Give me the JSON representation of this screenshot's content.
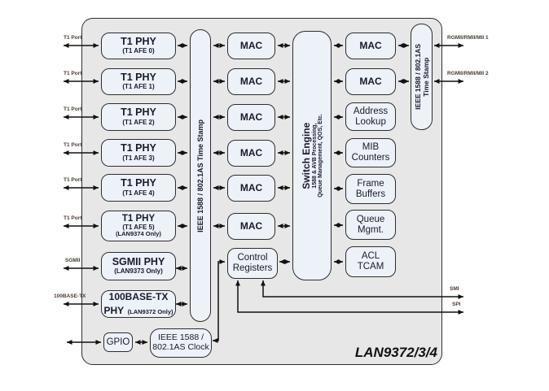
{
  "diagram": {
    "chip_label": "LAN9372/3/4",
    "ports_left": [
      "T1 Port",
      "T1 Port",
      "T1 Port",
      "T1 Port",
      "T1 Port",
      "T1 Port",
      "SGMII",
      "100BASE-TX"
    ],
    "phys": [
      {
        "title": "T1 PHY",
        "sub": "(T1 AFE 0)"
      },
      {
        "title": "T1 PHY",
        "sub": "(T1 AFE 1)"
      },
      {
        "title": "T1 PHY",
        "sub": "(T1 AFE 2)"
      },
      {
        "title": "T1 PHY",
        "sub": "(T1 AFE 3)"
      },
      {
        "title": "T1 PHY",
        "sub": "(T1 AFE 4)"
      },
      {
        "title": "T1 PHY",
        "sub": "(T1 AFE 5)",
        "note": "(LAN9374 Only)"
      },
      {
        "title": "SGMII PHY",
        "sub": "(LAN9373 Only)"
      },
      {
        "title": "100BASE-TX PHY",
        "note": "(LAN9372 Only)"
      }
    ],
    "timestamp_bar_left": "IEEE 1588 / 802.1AS Time Stamp",
    "timestamp_bar_right": {
      "line1": "IEEE 1588 / 802.1AS",
      "line2": "Time Stamp"
    },
    "macs": [
      "MAC",
      "MAC",
      "MAC",
      "MAC",
      "MAC",
      "MAC"
    ],
    "switch_engine": {
      "title": "Switch Engine",
      "sub1": "1588 & AVB Processing,",
      "sub2": "Queue Management, QOS, Etc."
    },
    "control_registers": "Control Registers",
    "right_blocks": [
      "MAC",
      "MAC",
      "Address Lookup",
      "MIB Counters",
      "Frame Buffers",
      "Queue Mgmt.",
      "ACL TCAM"
    ],
    "ports_right": [
      "RGMII/RMII/MII 1",
      "RGMII/RMII/MII 2"
    ],
    "smi_label": "SMI",
    "spi_label": "SPI",
    "gpio": "GPIO",
    "clock": "IEEE 1588 / 802.1AS Clock",
    "colors": {
      "chip_fill": "#e7e7e7",
      "block_fill": "#edf1f8",
      "line": "#111111",
      "label_text": "#4a3a30",
      "block_text": "#1a1a2b"
    }
  }
}
